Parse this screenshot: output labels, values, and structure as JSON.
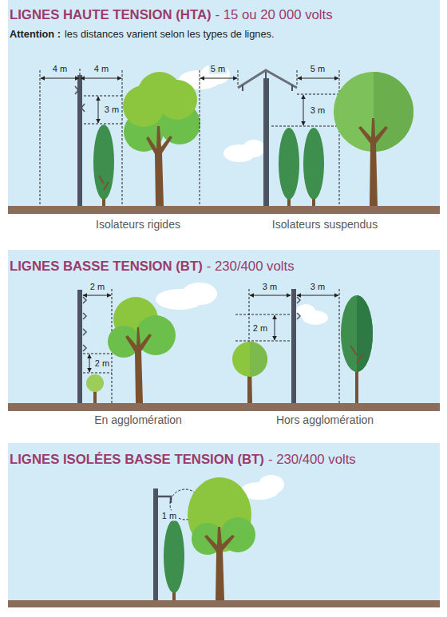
{
  "diagram": {
    "nodes": [
      {
        "text": [
          "LIGNES HAUTE TENSION (HTA)",
          "- 15 ou 20 000 volts",
          "Attention :",
          "les distances varient selon les types de lignes."
        ]
      },
      {
        "text": [
          "LIGNES BASSE TENSION (BT)",
          "- 230/400 volts"
        ]
      },
      {
        "text": [
          "LIGNES ISOLÉES BASSE TENSION (BT)",
          "- 230/400 volts"
        ]
      }
    ],
    "labels": [
      "4 m",
      "4 m",
      "3 m",
      "5 m",
      "5 m",
      "3 m",
      "Isolateurs rigides",
      "Isolateurs suspendus",
      "2 m",
      "2 m",
      "3 m",
      "3 m",
      "2 m",
      "En agglomération",
      "Hors agglomération",
      "1 m"
    ]
  }
}
